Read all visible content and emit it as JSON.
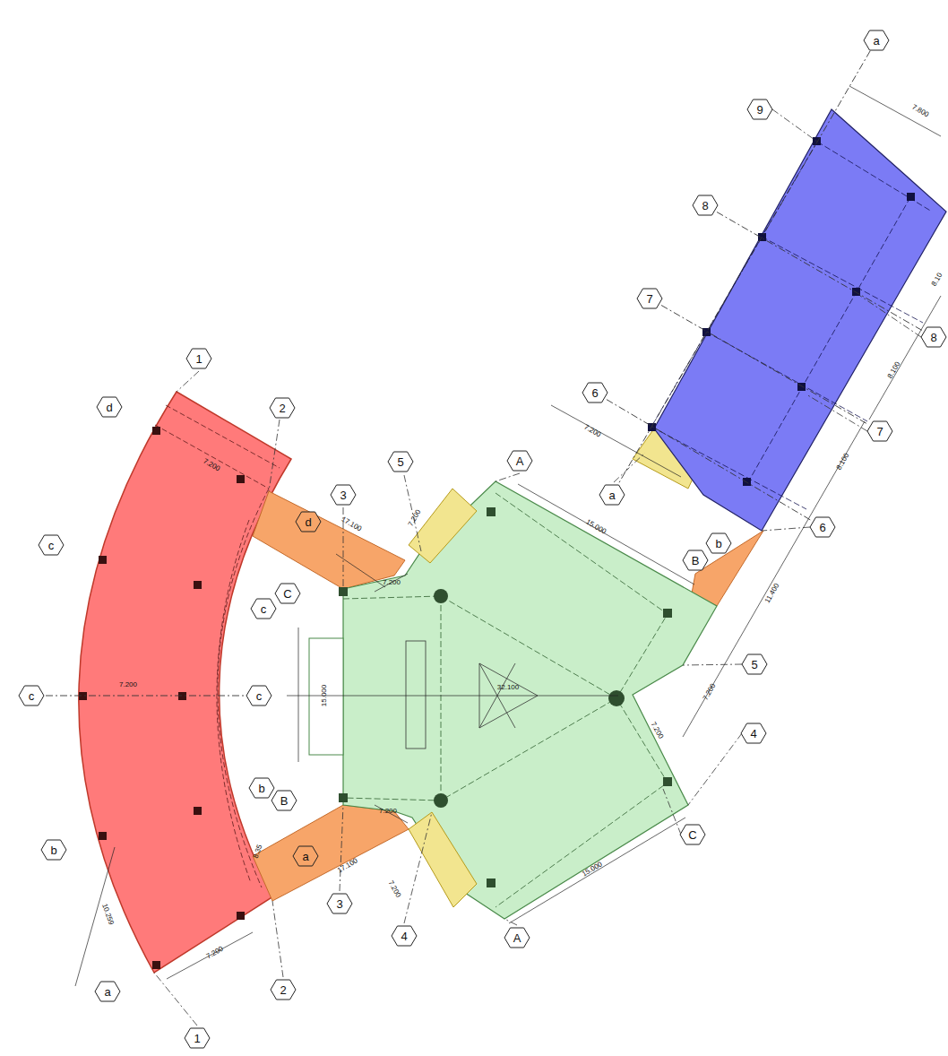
{
  "diagram": {
    "nodes": [
      {
        "text": [
          "a"
        ]
      },
      {
        "text": [
          "9"
        ]
      },
      {
        "text": [
          "8"
        ]
      },
      {
        "text": [
          "8"
        ]
      },
      {
        "text": [
          "7"
        ]
      },
      {
        "text": [
          "1"
        ]
      },
      {
        "text": [
          "d"
        ]
      },
      {
        "text": [
          "2"
        ]
      },
      {
        "text": [
          "7"
        ]
      },
      {
        "text": [
          "6"
        ]
      },
      {
        "text": [
          "5"
        ]
      },
      {
        "text": [
          "A"
        ]
      },
      {
        "text": [
          "3"
        ]
      },
      {
        "text": [
          "a"
        ]
      },
      {
        "text": [
          "d"
        ]
      },
      {
        "text": [
          "6"
        ]
      },
      {
        "text": [
          "c"
        ]
      },
      {
        "text": [
          "b"
        ]
      },
      {
        "text": [
          "B"
        ]
      },
      {
        "text": [
          "C"
        ]
      },
      {
        "text": [
          "c"
        ]
      },
      {
        "text": [
          "5"
        ]
      },
      {
        "text": [
          "c"
        ]
      },
      {
        "text": [
          "c"
        ]
      },
      {
        "text": [
          "4"
        ]
      },
      {
        "text": [
          "b"
        ]
      },
      {
        "text": [
          "B"
        ]
      },
      {
        "text": [
          "C"
        ]
      },
      {
        "text": [
          "b"
        ]
      },
      {
        "text": [
          "a"
        ]
      },
      {
        "text": [
          "3"
        ]
      },
      {
        "text": [
          "4"
        ]
      },
      {
        "text": [
          "A"
        ]
      },
      {
        "text": [
          "2"
        ]
      },
      {
        "text": [
          "a"
        ]
      },
      {
        "text": [
          "1"
        ]
      }
    ],
    "edges": [
      {
        "from": 22,
        "to": 23,
        "arrow": "none"
      },
      {
        "from": 9,
        "to": 15,
        "arrow": "none"
      },
      {
        "from": 4,
        "to": 8,
        "arrow": "none"
      },
      {
        "from": 2,
        "to": 3,
        "arrow": "none"
      },
      {
        "from": 0,
        "to": 13,
        "arrow": "none"
      }
    ],
    "labels": [
      "7.800",
      "8.100",
      "8.100",
      "11.400",
      "7.200",
      "7.200",
      "15.000",
      "7.200",
      "7.200",
      "17.100",
      "7.200",
      "7.200",
      "7.200",
      "32.100",
      "15.000",
      "7.200",
      "8.35",
      "17.100",
      "7.200",
      "10.259",
      "15.000",
      "7.200",
      "8.10"
    ]
  }
}
